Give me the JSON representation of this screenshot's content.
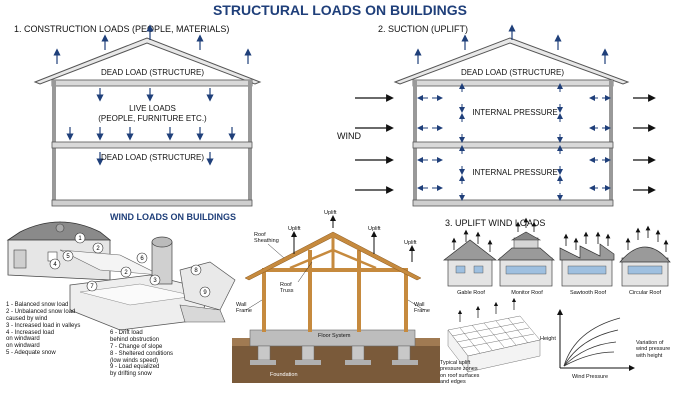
{
  "title": "STRUCTURAL LOADS ON BUILDINGS",
  "panel1": {
    "heading": "1. CONSTRUCTION LOADS (PEOPLE, MATERIALS)",
    "dead_top": "DEAD LOAD (STRUCTURE)",
    "live_1": "LIVE LOADS",
    "live_2": "(PEOPLE, FURNITURE ETC.)",
    "dead_bottom": "DEAD LOAD (STRUCTURE)"
  },
  "panel2": {
    "heading": "2. SUCTION (UPLIFT)",
    "dead_top": "DEAD LOAD (STRUCTURE)",
    "wind": "WIND",
    "pressure_1": "INTERNAL PRESSURE",
    "pressure_2": "INTERNAL PRESSURE"
  },
  "wind_heading": "WIND LOADS ON BUILDINGS",
  "wind_markers": [
    "1",
    "2",
    "3",
    "4",
    "5",
    "6",
    "7",
    "8",
    "9"
  ],
  "legend_left": [
    "1 - Balanced snow load",
    "2 - Unbalanced snow load",
    "      caused by wind",
    "3 - Increased load in valleys",
    "4 - Increased load",
    "      on windward",
    "      on windward",
    "5 - Adequate snow"
  ],
  "legend_right": [
    "6 - Drift load",
    "      behind obstruction",
    "7 - Change of slope",
    "8 - Sheltered conditions",
    "      (low winds speed)",
    "9 - Load equalized",
    "      by drifting snow"
  ],
  "frame": {
    "uplift": "Uplift",
    "roof_sheathing_1": "Roof",
    "roof_sheathing_2": "Sheathing",
    "roof_truss_1": "Roof",
    "roof_truss_2": "Truss",
    "wall_frame_1": "Wall",
    "wall_frame_2": "Frame",
    "floor_system": "Floor System",
    "foundation": "Foundation"
  },
  "panel3": {
    "heading": "3. UPLIFT WIND LOADS",
    "roofs": [
      "Gable Roof",
      "Monitor Roof",
      "Sawtooth Roof",
      "Circular Roof"
    ],
    "zones_1": "Typical uplift",
    "zones_2": "pressure zones",
    "zones_3": "on roof surfaces",
    "zones_4": "and edges",
    "height": "Height",
    "wind_pressure": "Wind Pressure",
    "variation_1": "Variation of",
    "variation_2": "wind pressure",
    "variation_3": "with height"
  },
  "colors": {
    "title": "#1f3f7a",
    "arrow": "#1f3f7a",
    "timber": "#c68a3e",
    "concrete": "#bdbdbd"
  }
}
